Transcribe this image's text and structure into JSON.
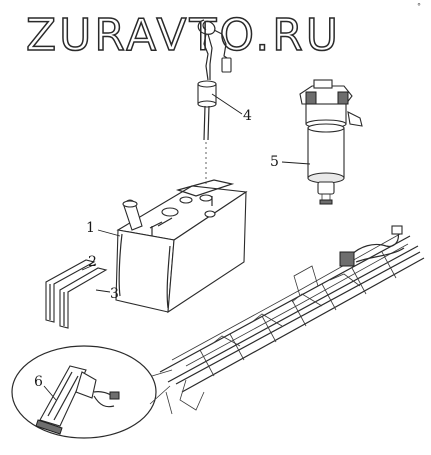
{
  "watermark": "ZURAVTO.RU",
  "corner_mark": "°",
  "callouts": {
    "c1": "1",
    "c2": "2",
    "c3": "3",
    "c4": "4",
    "c5": "5",
    "c6": "6"
  }
}
